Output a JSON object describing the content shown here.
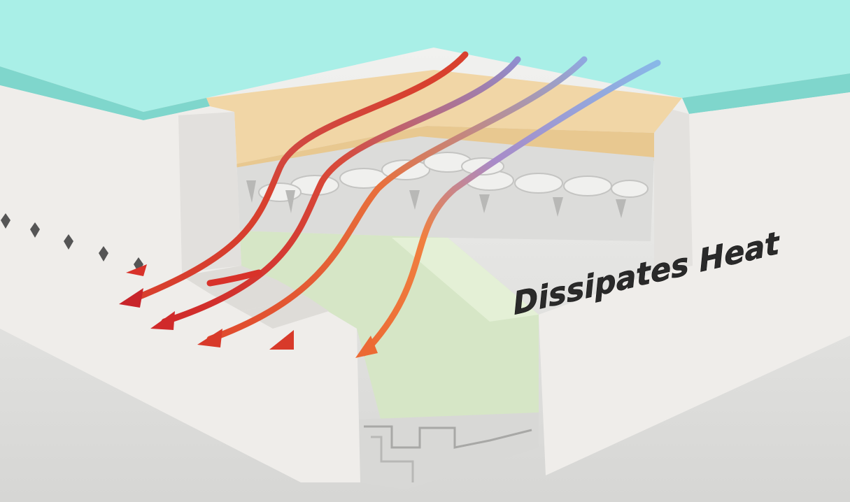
{
  "annotation": {
    "text": "Dissipates Heat"
  },
  "colors": {
    "top_layer": "#a9efe7",
    "top_layer_edge": "#7fd6cc",
    "comfort_foam": "#f1d6a6",
    "support_grid": "#dcdcda",
    "core_foam": "#d6e6c6",
    "side_wall": "#efedea",
    "heat_hot": "#d8322a",
    "heat_warm": "#ef7a3a",
    "heat_cool": "#8fb6e6",
    "heat_violet": "#9a7fc0"
  },
  "icons": [
    "heat-flow-arrow",
    "airflow-diamond-marker"
  ]
}
